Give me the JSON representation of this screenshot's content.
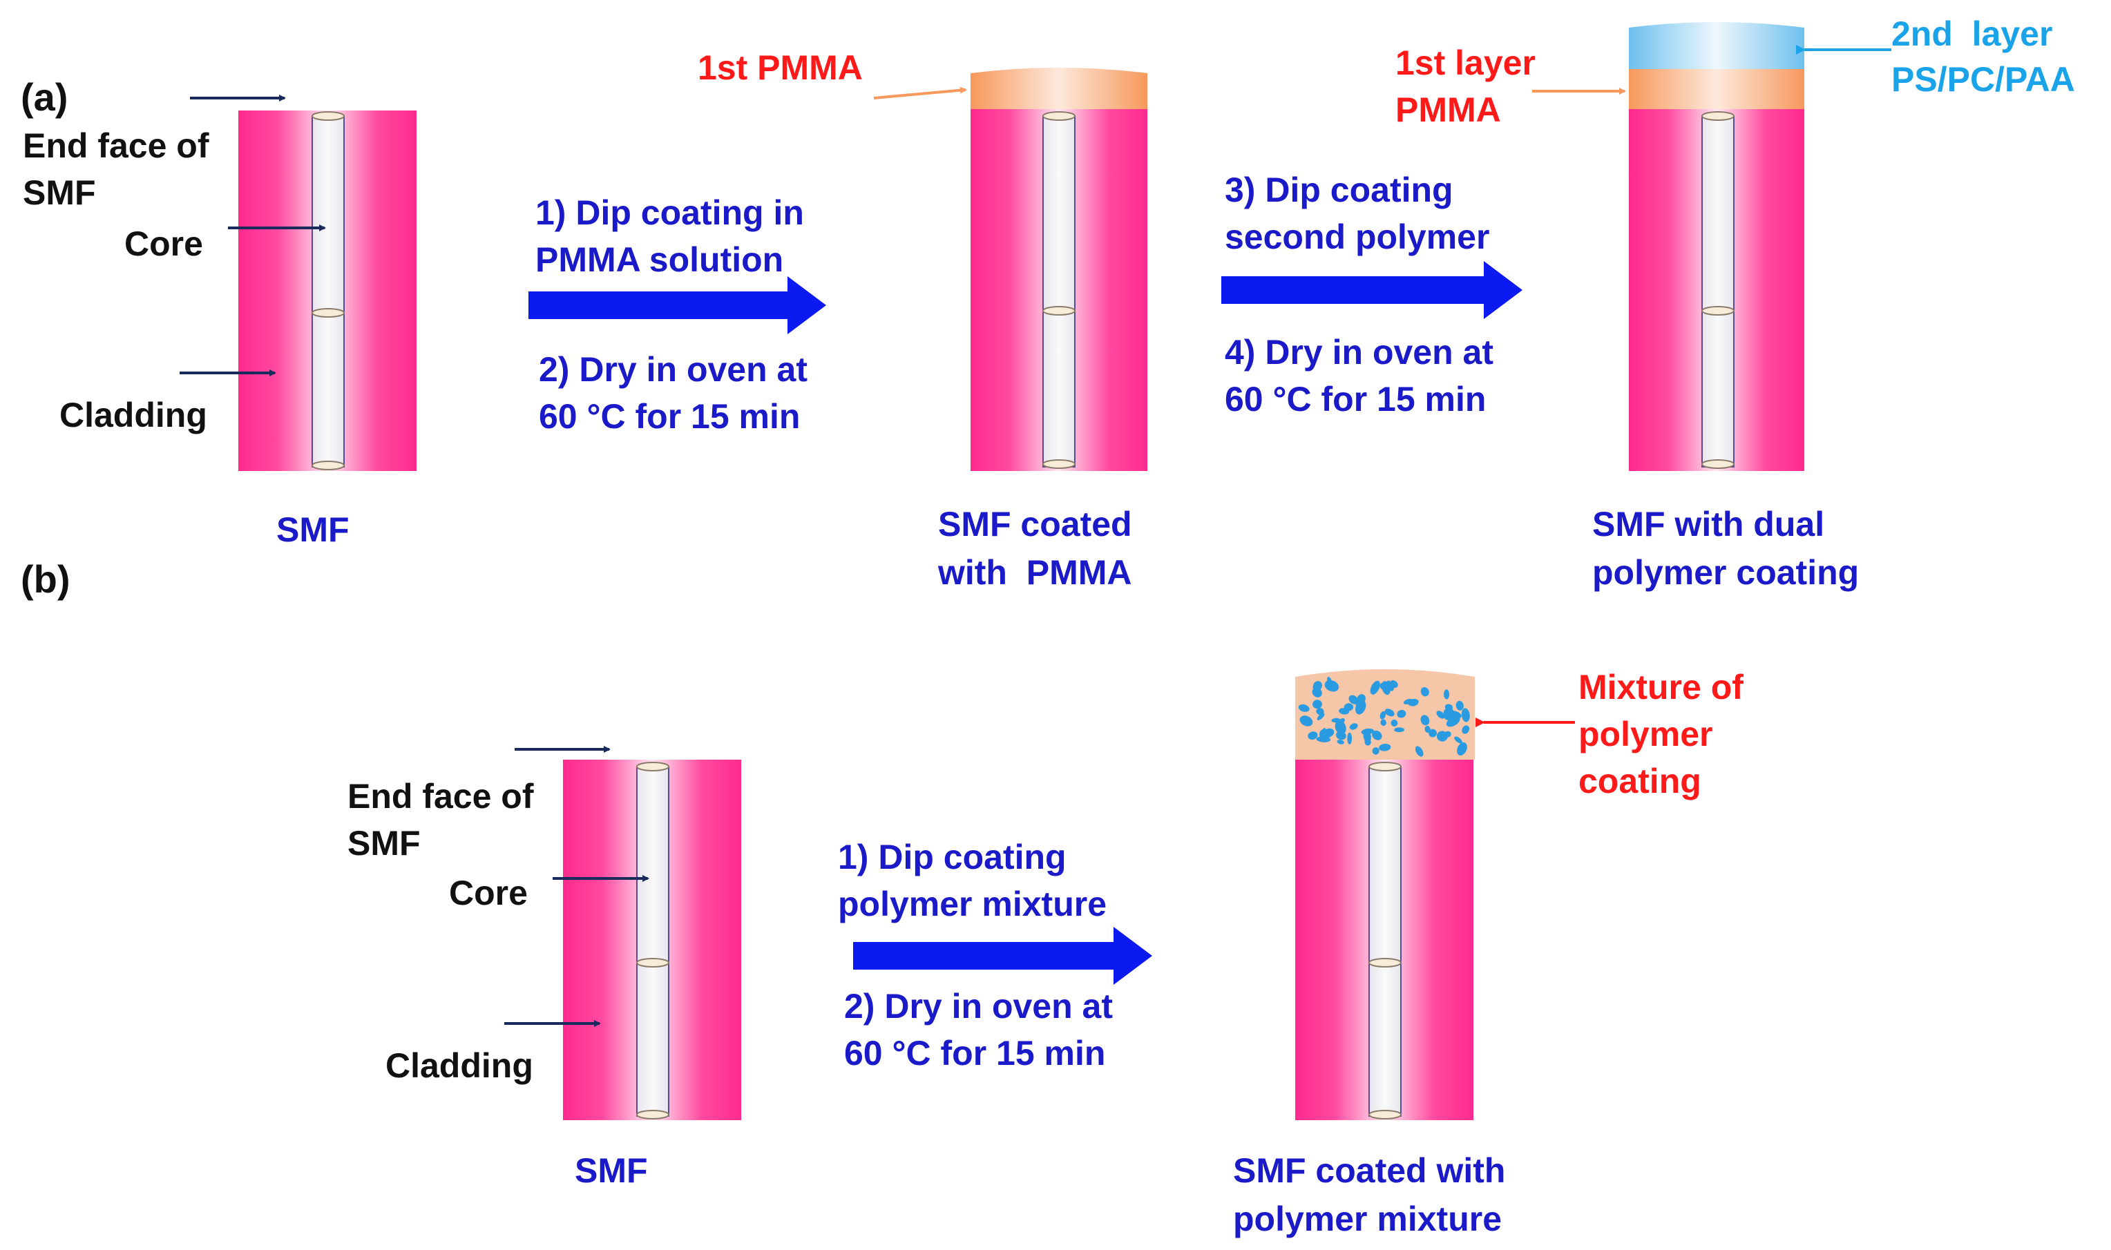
{
  "panel_a": {
    "tag": "(a)",
    "labels": {
      "end_face": [
        "End face of",
        "SMF"
      ],
      "core": "Core",
      "cladding": "Cladding",
      "smf": "SMF"
    },
    "step1": [
      "1) Dip coating in",
      "PMMA solution"
    ],
    "step2": [
      "2) Dry in oven at",
      "60 °C for 15 min"
    ],
    "first_pmma": "1st PMMA",
    "coated_caption": [
      "SMF coated",
      "with  PMMA"
    ],
    "step3": [
      "3) Dip coating",
      "second polymer"
    ],
    "step4": [
      "4) Dry in oven at",
      "60 °C for 15 min"
    ],
    "first_layer": [
      "1st layer",
      "PMMA"
    ],
    "second_layer": [
      "2nd  layer",
      "PS/PC/PAA"
    ],
    "dual_caption": [
      "SMF with dual",
      "polymer coating"
    ]
  },
  "panel_b": {
    "tag": "(b)",
    "labels": {
      "end_face": [
        "End face of",
        "SMF"
      ],
      "core": "Core",
      "cladding": "Cladding",
      "smf": "SMF"
    },
    "step1": [
      "1) Dip coating",
      "polymer mixture"
    ],
    "step2": [
      "2) Dry in oven at",
      "60 °C for 15 min"
    ],
    "mixture": [
      "Mixture of",
      "polymer",
      "coating"
    ],
    "mixture_caption": [
      "SMF coated with",
      "polymer mixture"
    ]
  },
  "colors": {
    "cladding_pink": "#ff2a8e",
    "pmma_orange": "#f7985c",
    "second_layer_blue": "#6ec0ee",
    "process_arrow_blue": "#0b1af0",
    "mixture_dots": "#2a9be0",
    "mixture_base": "#f6c6a8"
  }
}
